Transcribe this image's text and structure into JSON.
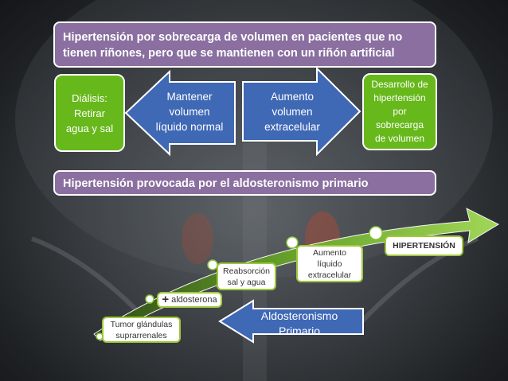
{
  "banners": {
    "top": "Hipertensión por sobrecarga de volumen en pacientes que no tienen riñones, pero que se mantienen con un riñón artificial",
    "bottom": "Hipertensión provocada por el aldosteronismo primario"
  },
  "top_flow": {
    "dialisis": "Diálisis:\nRetirar\nagua y sal",
    "mantener": "Mantener\nvolumen\nlíquido normal",
    "aumento": "Aumento\nvolumen\nextracelular",
    "desarrollo": "Desarrollo de\nhipertensión\npor\nsobrecarga\nde volumen"
  },
  "bottom_flow": {
    "tumor": "Tumor glándulas\nsuprarrenales",
    "aldosterona_symbol": "+",
    "aldosterona": "aldosterona",
    "reabsorcion": "Reabsorción\nsal y agua",
    "aumento": "Aumento\nlíquido\nextracelular",
    "hipertension": "HIPERTENSIÓN",
    "aldosteronismo": "Aldosteronismo\nPrimario"
  },
  "colors": {
    "banner": "#8a6fa0",
    "green": "#67b81b",
    "arrow_blue": "#3f68b5",
    "timeline_green": "#8cc63f"
  }
}
